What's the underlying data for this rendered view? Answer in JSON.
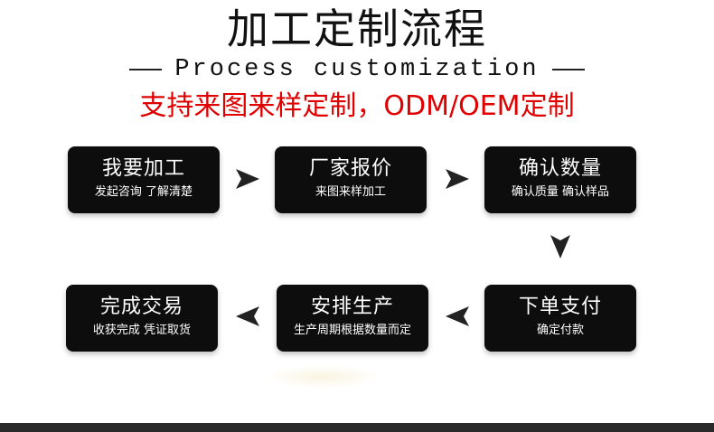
{
  "header": {
    "title": "加工定制流程",
    "subtitle": "Process customization",
    "slogan": "支持来图来样定制，ODM/OEM定制"
  },
  "steps": [
    {
      "title": "我要加工",
      "desc": "发起咨询 了解清楚"
    },
    {
      "title": "厂家报价",
      "desc": "来图来样加工"
    },
    {
      "title": "确认数量",
      "desc": "确认质量 确认样品"
    },
    {
      "title": "下单支付",
      "desc": "确定付款"
    },
    {
      "title": "安排生产",
      "desc": "生产周期根据数量而定"
    },
    {
      "title": "完成交易",
      "desc": "收获完成 凭证取货"
    }
  ],
  "arrows": [
    {
      "icon": "arrow-right-icon"
    },
    {
      "icon": "arrow-right-icon"
    },
    {
      "icon": "arrow-down-icon"
    },
    {
      "icon": "arrow-left-icon"
    },
    {
      "icon": "arrow-left-icon"
    }
  ],
  "colors": {
    "title": "#111111",
    "slogan": "#e00000",
    "box": "#0d0d0d",
    "box_text": "#ffffff",
    "arrow": "#222222",
    "bottom_bar": "#2a2a2a"
  }
}
